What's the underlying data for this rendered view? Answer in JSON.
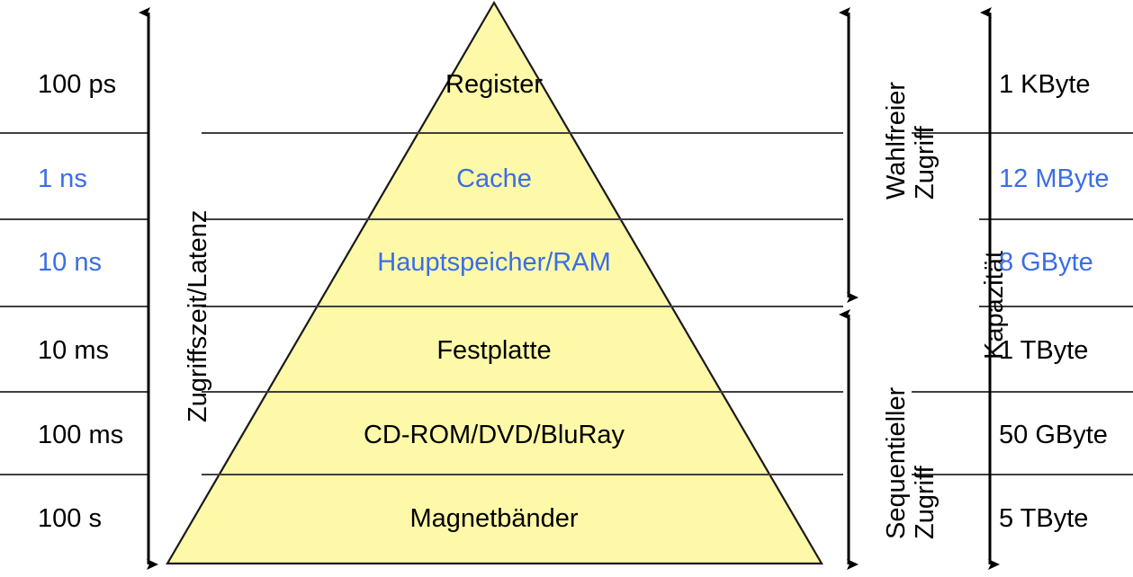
{
  "diagram": {
    "title_semantic": "memory-hierarchy-pyramid",
    "colors": {
      "pyramid_fill": "#fdf9a8",
      "pyramid_stroke": "#1a1a1a",
      "gridline": "#3f3f3f",
      "text_default": "#000000",
      "text_highlight": "#3b6de8",
      "background": "#ffffff"
    },
    "left_axis": {
      "label": "Zugriffszeit/Latenz",
      "arrow": "double-headed-vertical"
    },
    "right_axis_capacity": {
      "label": "Kapazität",
      "arrow": "double-headed-vertical"
    },
    "access_brackets": [
      {
        "label_line1": "Wahlfreier",
        "label_line2": "Zugriff",
        "name": "random-access-bracket"
      },
      {
        "label_line1": "Sequentieller",
        "label_line2": "Zugriff",
        "name": "sequential-access-bracket"
      }
    ],
    "levels": [
      {
        "tier": "Register",
        "latency": "100 ps",
        "capacity": "1 KByte",
        "highlight": false
      },
      {
        "tier": "Cache",
        "latency": "1 ns",
        "capacity": "12 MByte",
        "highlight": true
      },
      {
        "tier": "Hauptspeicher/RAM",
        "latency": "10 ns",
        "capacity": "8 GByte",
        "highlight": true
      },
      {
        "tier": "Festplatte",
        "latency": "10 ms",
        "capacity": "1 TByte",
        "highlight": false
      },
      {
        "tier": "CD-ROM/DVD/BluRay",
        "latency": "100 ms",
        "capacity": "50 GByte",
        "highlight": false
      },
      {
        "tier": "Magnetbänder",
        "latency": "100 s",
        "capacity": "5 TByte",
        "highlight": false
      }
    ]
  }
}
